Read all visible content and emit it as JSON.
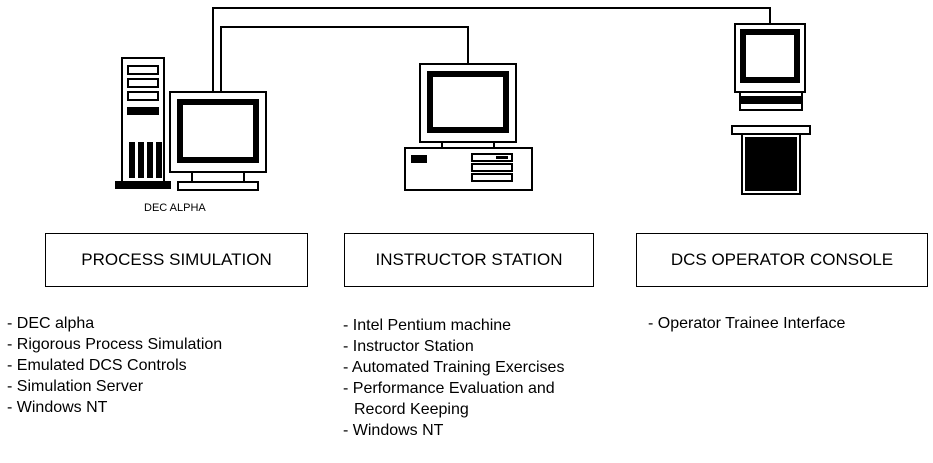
{
  "stations": [
    {
      "label": "PROCESS SIMULATION",
      "device_caption": "DEC ALPHA",
      "features": [
        "- DEC alpha",
        "- Rigorous Process Simulation",
        "- Emulated DCS Controls",
        "- Simulation Server",
        "- Windows NT"
      ]
    },
    {
      "label": "INSTRUCTOR STATION",
      "features": [
        "- Intel Pentium machine",
        "- Instructor Station",
        "- Automated Training Exercises",
        "- Performance Evaluation and",
        "  Record Keeping",
        "- Windows NT"
      ]
    },
    {
      "label": "DCS OPERATOR CONSOLE",
      "features": [
        "- Operator Trainee Interface"
      ]
    }
  ]
}
